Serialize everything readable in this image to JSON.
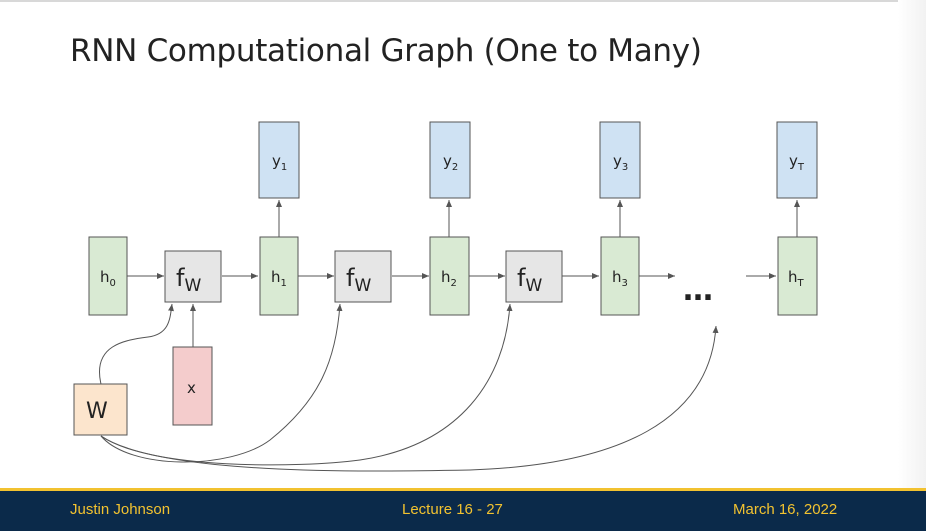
{
  "title": "RNN Computational Graph (One to Many)",
  "nodes": {
    "h0": {
      "main": "h",
      "sub": "0"
    },
    "h1": {
      "main": "h",
      "sub": "1"
    },
    "h2": {
      "main": "h",
      "sub": "2"
    },
    "h3": {
      "main": "h",
      "sub": "3"
    },
    "hT": {
      "main": "h",
      "sub": "T"
    },
    "y1": {
      "main": "y",
      "sub": "1"
    },
    "y2": {
      "main": "y",
      "sub": "2"
    },
    "y3": {
      "main": "y",
      "sub": "3"
    },
    "yT": {
      "main": "y",
      "sub": "T"
    },
    "fw": {
      "main": "f",
      "sub": "W"
    },
    "x": "x",
    "W": "W",
    "ellipsis": "…"
  },
  "colors": {
    "hidden": "#d9ead3",
    "output": "#cfe2f3",
    "function": "#e6e6e6",
    "input": "#f4cccc",
    "weight": "#fce5cd",
    "footer_bg": "#0b2a4a",
    "footer_text": "#f2c230"
  },
  "footer": {
    "author": "Justin Johnson",
    "lecture": "Lecture 16 -  27",
    "date": "March 16, 2022"
  }
}
